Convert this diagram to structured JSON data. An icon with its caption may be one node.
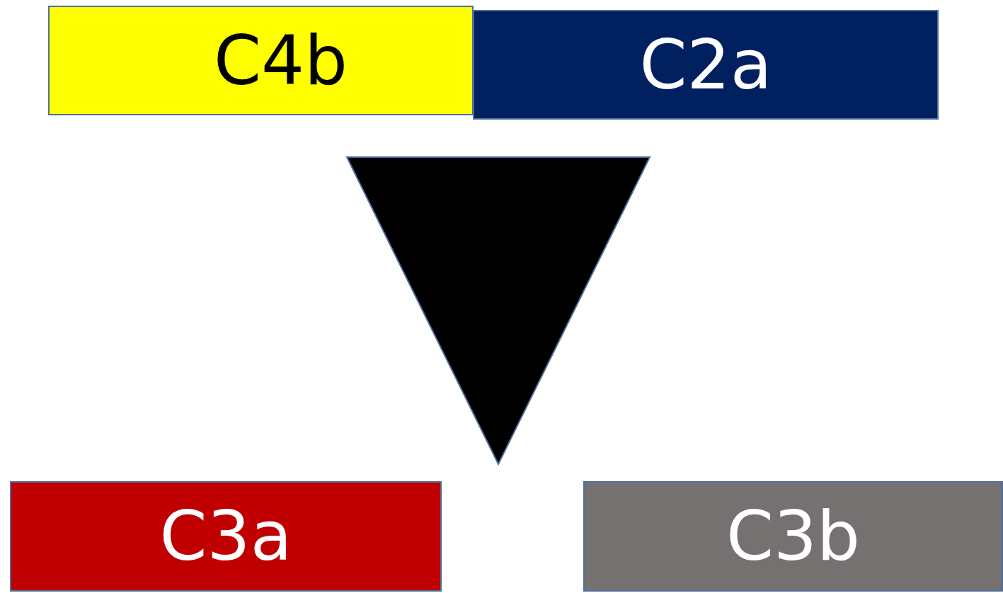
{
  "diagram": {
    "nodes": [
      {
        "text": [
          "C4b"
        ]
      },
      {
        "text": [
          "C2a"
        ]
      },
      {
        "text": [],
        "shape": "triangle"
      },
      {
        "text": [
          "C3a"
        ]
      },
      {
        "text": [
          "C3b"
        ]
      }
    ]
  }
}
